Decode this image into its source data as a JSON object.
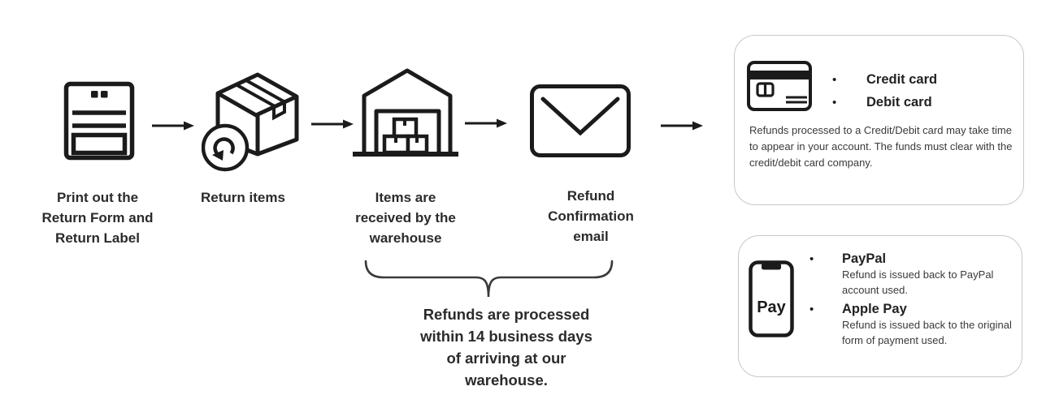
{
  "process": {
    "steps": [
      {
        "label": "Print out the\nReturn Form and\nReturn Label"
      },
      {
        "label": "Return items"
      },
      {
        "label": "Items are\nreceived by the\nwarehouse"
      },
      {
        "label": "Refund\nConfirmation\nemail"
      }
    ],
    "processing_note": "Refunds are processed\nwithin 14 business days\nof arriving at our\nwarehouse."
  },
  "refund_methods": {
    "card": {
      "options": [
        "Credit card",
        "Debit card"
      ],
      "note": "Refunds processed to a Credit/Debit card may take time to appear in your account. The funds must clear with the credit/debit card company."
    },
    "digital": {
      "phone_icon_label": "Pay",
      "options": [
        {
          "name": "PayPal",
          "note": "Refund is issued back to PayPal account used."
        },
        {
          "name": "Apple Pay",
          "note": "Refund is issued back to the original form of payment used."
        }
      ]
    }
  },
  "colors": {
    "background": "#ffffff",
    "icon_stroke": "#1b1b1b",
    "text": "#2b2b2b",
    "card_border": "#c8c8c8"
  }
}
